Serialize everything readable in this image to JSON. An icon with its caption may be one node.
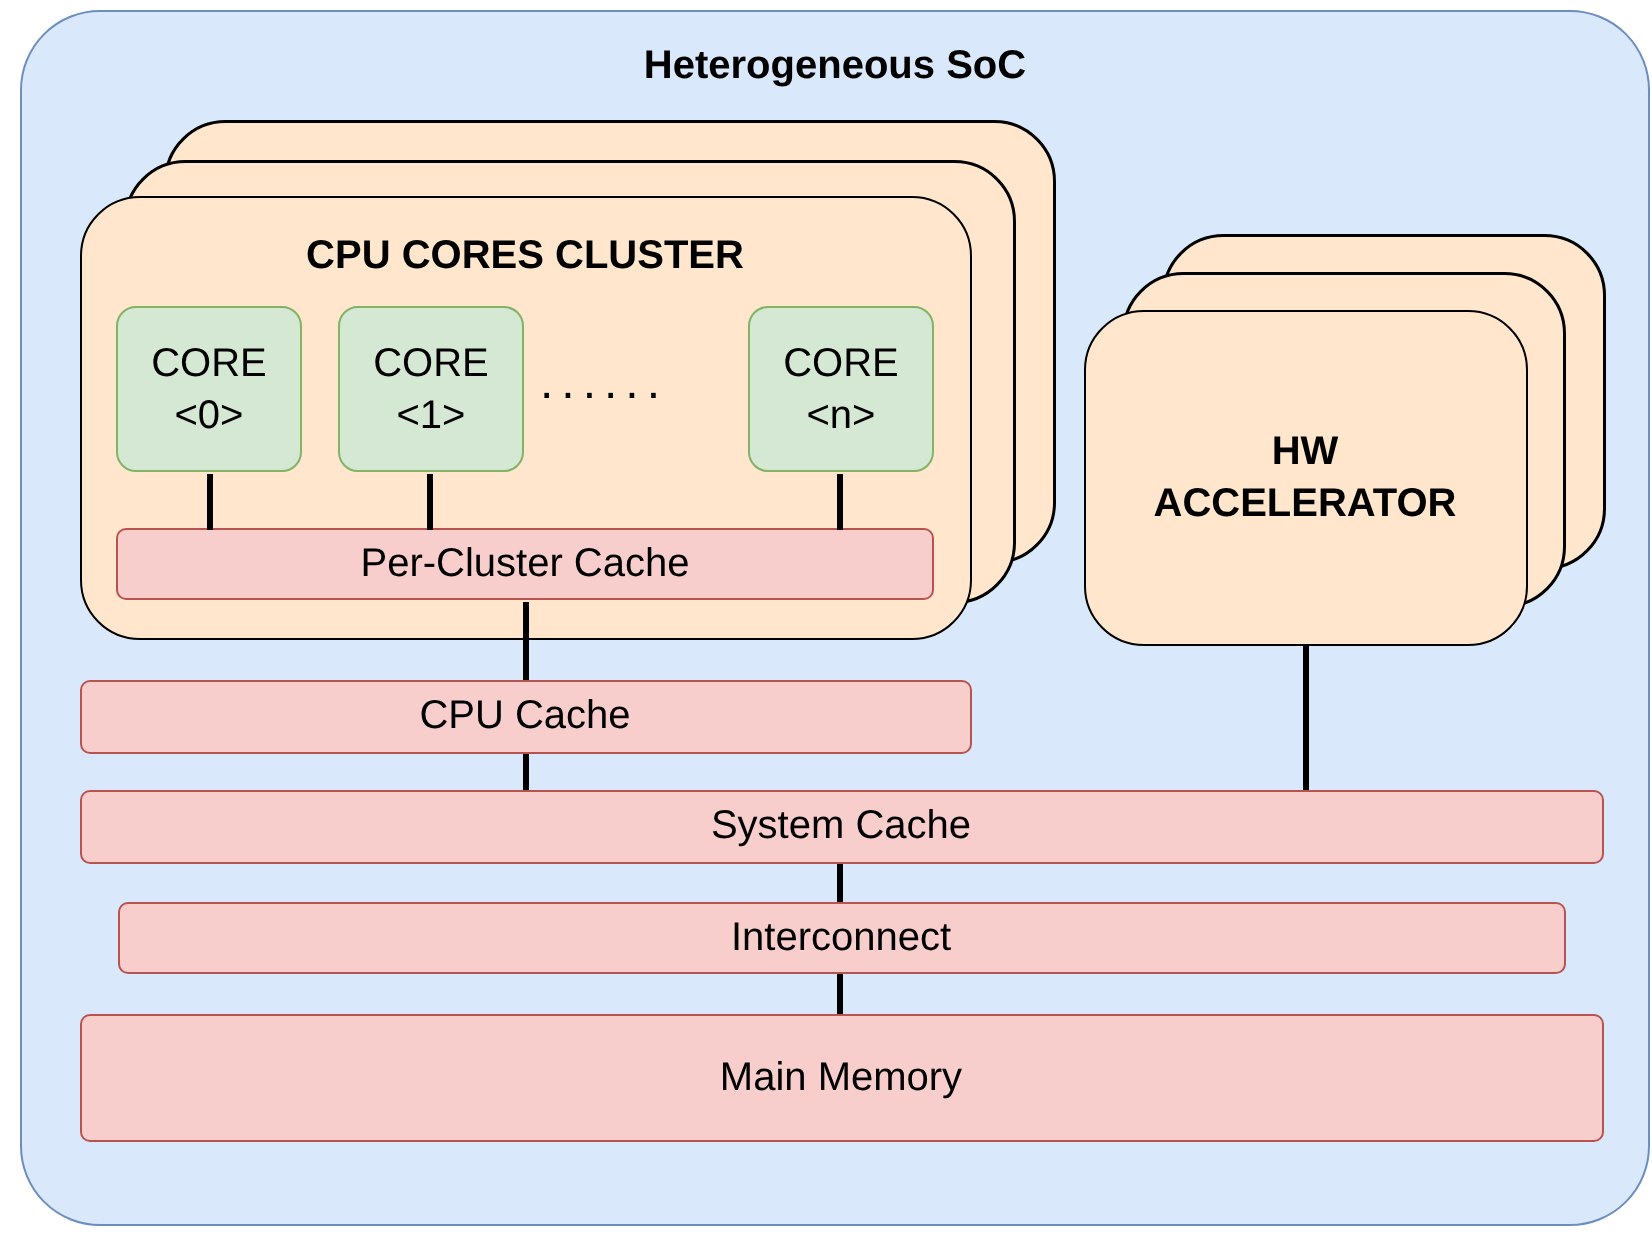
{
  "diagram": {
    "nodes": [
      {
        "text": [
          "Heterogeneous SoC"
        ]
      },
      {
        "text": [
          "CPU CORES CLUSTER"
        ],
        "in": 0
      },
      {
        "text": [
          "CORE <0>"
        ],
        "in": 1
      },
      {
        "text": [
          "CORE <1>"
        ],
        "in": 1
      },
      {
        "text": [
          "CORE <n>"
        ],
        "in": 1
      },
      {
        "text": [
          "Per-Cluster Cache"
        ],
        "in": 1
      },
      {
        "text": [
          "HW ACCELERATOR"
        ],
        "in": 0
      },
      {
        "text": [
          "CPU Cache"
        ],
        "in": 0
      },
      {
        "text": [
          "System Cache"
        ],
        "in": 0
      },
      {
        "text": [
          "Interconnect"
        ],
        "in": 0
      },
      {
        "text": [
          "Main Memory"
        ],
        "in": 0
      }
    ],
    "edges": [
      {
        "from": 2,
        "to": 5,
        "arrow": "none"
      },
      {
        "from": 3,
        "to": 5,
        "arrow": "none"
      },
      {
        "from": 4,
        "to": 5,
        "arrow": "none"
      },
      {
        "from": 5,
        "to": 7,
        "arrow": "none"
      },
      {
        "from": 7,
        "to": 8,
        "arrow": "none"
      },
      {
        "from": 6,
        "to": 8,
        "arrow": "none"
      },
      {
        "from": 8,
        "to": 9,
        "arrow": "none"
      },
      {
        "from": 9,
        "to": 10,
        "arrow": "none"
      }
    ],
    "labels": [
      "......"
    ]
  }
}
